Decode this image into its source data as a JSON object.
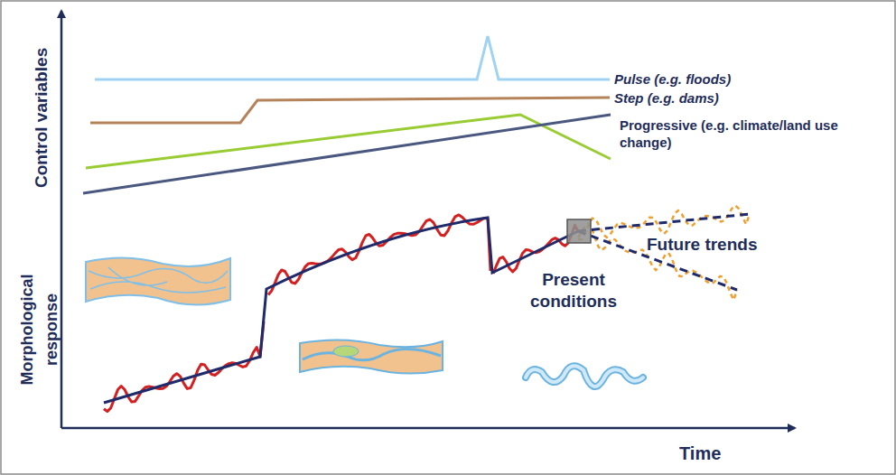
{
  "diagram": {
    "labels": [
      "Control variables",
      "Morphological response",
      "Time",
      "Pulse (e.g. floods)",
      "Step (e.g. dams)",
      "Progressive (e.g. climate/land use change)",
      "Future trends",
      "Present conditions"
    ]
  }
}
